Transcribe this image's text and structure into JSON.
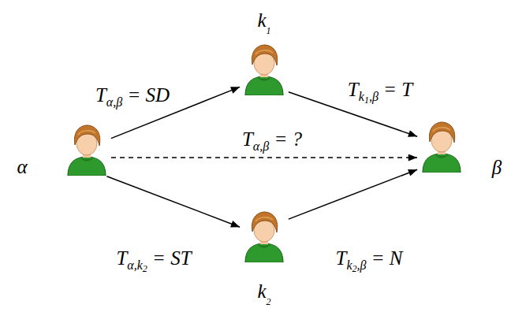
{
  "diagram": {
    "nodes": [
      {
        "text": [
          "k1"
        ]
      },
      {
        "text": [
          "α"
        ]
      },
      {
        "text": [
          "β"
        ]
      },
      {
        "text": [
          "k2"
        ]
      }
    ],
    "edges": [
      {
        "from": 1,
        "to": 0,
        "arrow": "to",
        "label": "Tα,β = SD"
      },
      {
        "from": 0,
        "to": 2,
        "arrow": "to",
        "label": "Tk1,β = T"
      },
      {
        "from": 1,
        "to": 2,
        "arrow": "to",
        "label": "Tα,β = ?"
      },
      {
        "from": 1,
        "to": 3,
        "arrow": "to",
        "label": "Tα,k2 = ST"
      },
      {
        "from": 3,
        "to": 2,
        "arrow": "to",
        "label": "Tk2,β = N"
      }
    ]
  }
}
